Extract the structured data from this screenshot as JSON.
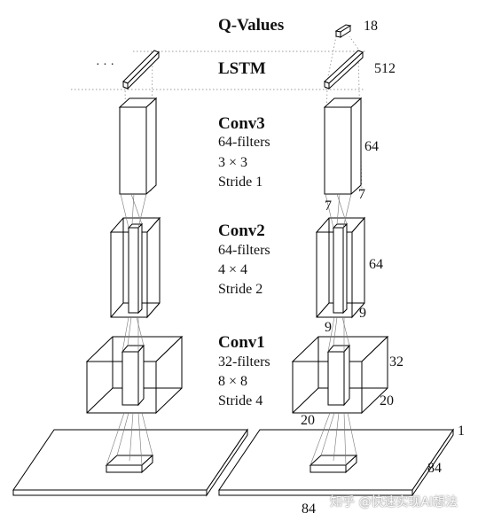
{
  "labels": {
    "q_values": "Q-Values",
    "q_size": "18",
    "lstm": "LSTM",
    "lstm_size": "512",
    "ellipsis": "· · ·"
  },
  "layers": {
    "conv3": {
      "title": "Conv3",
      "filters": "64-filters",
      "kernel": "3 × 3",
      "stride": "Stride 1",
      "depth": "64",
      "width": "7",
      "height": "7"
    },
    "conv2": {
      "title": "Conv2",
      "filters": "64-filters",
      "kernel": "4 × 4",
      "stride": "Stride 2",
      "depth": "64",
      "width": "9",
      "height": "9"
    },
    "conv1": {
      "title": "Conv1",
      "filters": "32-filters",
      "kernel": "8 × 8",
      "stride": "Stride 4",
      "depth": "32",
      "width": "20",
      "height": "20"
    },
    "input": {
      "depth": "1",
      "width": "84",
      "height": "84"
    }
  },
  "watermark": "知乎 @快速实现AI想法",
  "colors": {
    "line": "#000000",
    "dotted": "#9a9a9a",
    "background": "#ffffff"
  }
}
